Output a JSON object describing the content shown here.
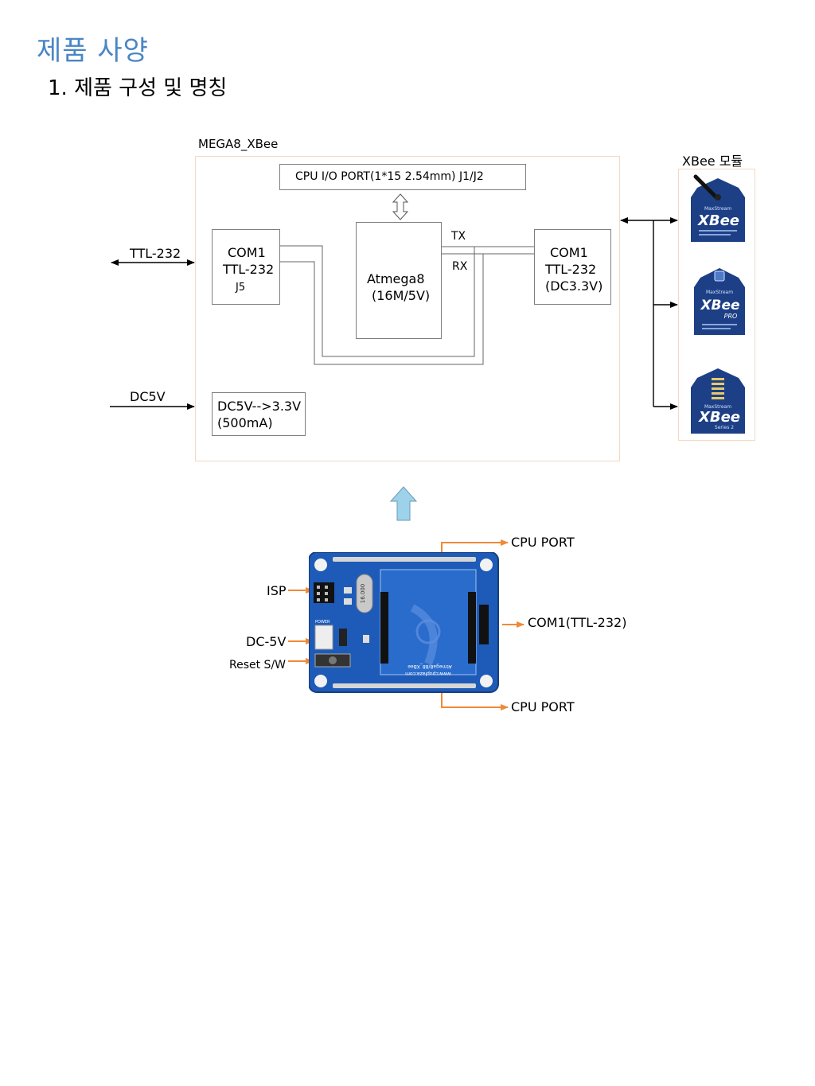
{
  "header": {
    "title": "제품 사양",
    "section": "1. 제품 구성 및 명칭"
  },
  "block_diagram": {
    "board_name": "MEGA8_XBee",
    "cpu_port": "CPU I/O PORT(1*15 2.54mm) J1/J2",
    "com1_left": {
      "line1": "COM1",
      "line2": "TTL-232",
      "line3": "J5"
    },
    "mcu": {
      "line1": "Atmega8",
      "line2": "(16M/5V)"
    },
    "tx": "TX",
    "rx": "RX",
    "com1_right": {
      "line1": "COM1",
      "line2": "TTL-232",
      "line3": "(DC3.3V)"
    },
    "regulator": {
      "line1": "DC5V-->3.3V",
      "line2": "(500mA)"
    },
    "ext_ttl": "TTL-232",
    "ext_dc": "DC5V",
    "xbee_title": "XBee 모듈",
    "xbee_modules": [
      {
        "brand": "MaxStream",
        "name": "XBee",
        "variant": ""
      },
      {
        "brand": "MaxStream",
        "name": "XBee",
        "variant": "PRO"
      },
      {
        "brand": "MaxStream",
        "name": "XBee",
        "variant": "Series 2"
      }
    ]
  },
  "board_photo": {
    "labels": {
      "isp": "ISP",
      "dc5v": "DC-5V",
      "reset": "Reset S/W",
      "cpu_port_top": "CPU PORT",
      "com1": "COM1(TTL-232)",
      "cpu_port_bottom": "CPU PORT"
    },
    "silkscreen": {
      "crystal": "16.000",
      "site": "www.cpuplaza.com",
      "model": "Atmega8/88_XBee",
      "power": "POWER"
    }
  },
  "colors": {
    "title_blue": "#4a86c5",
    "pcb_blue": "#1e5bb8",
    "label_arrow_orange": "#f08a36",
    "up_arrow_fill": "#9dd2ea",
    "frame_border": "#f3d8c3",
    "xbee_blue": "#1d3f86"
  }
}
